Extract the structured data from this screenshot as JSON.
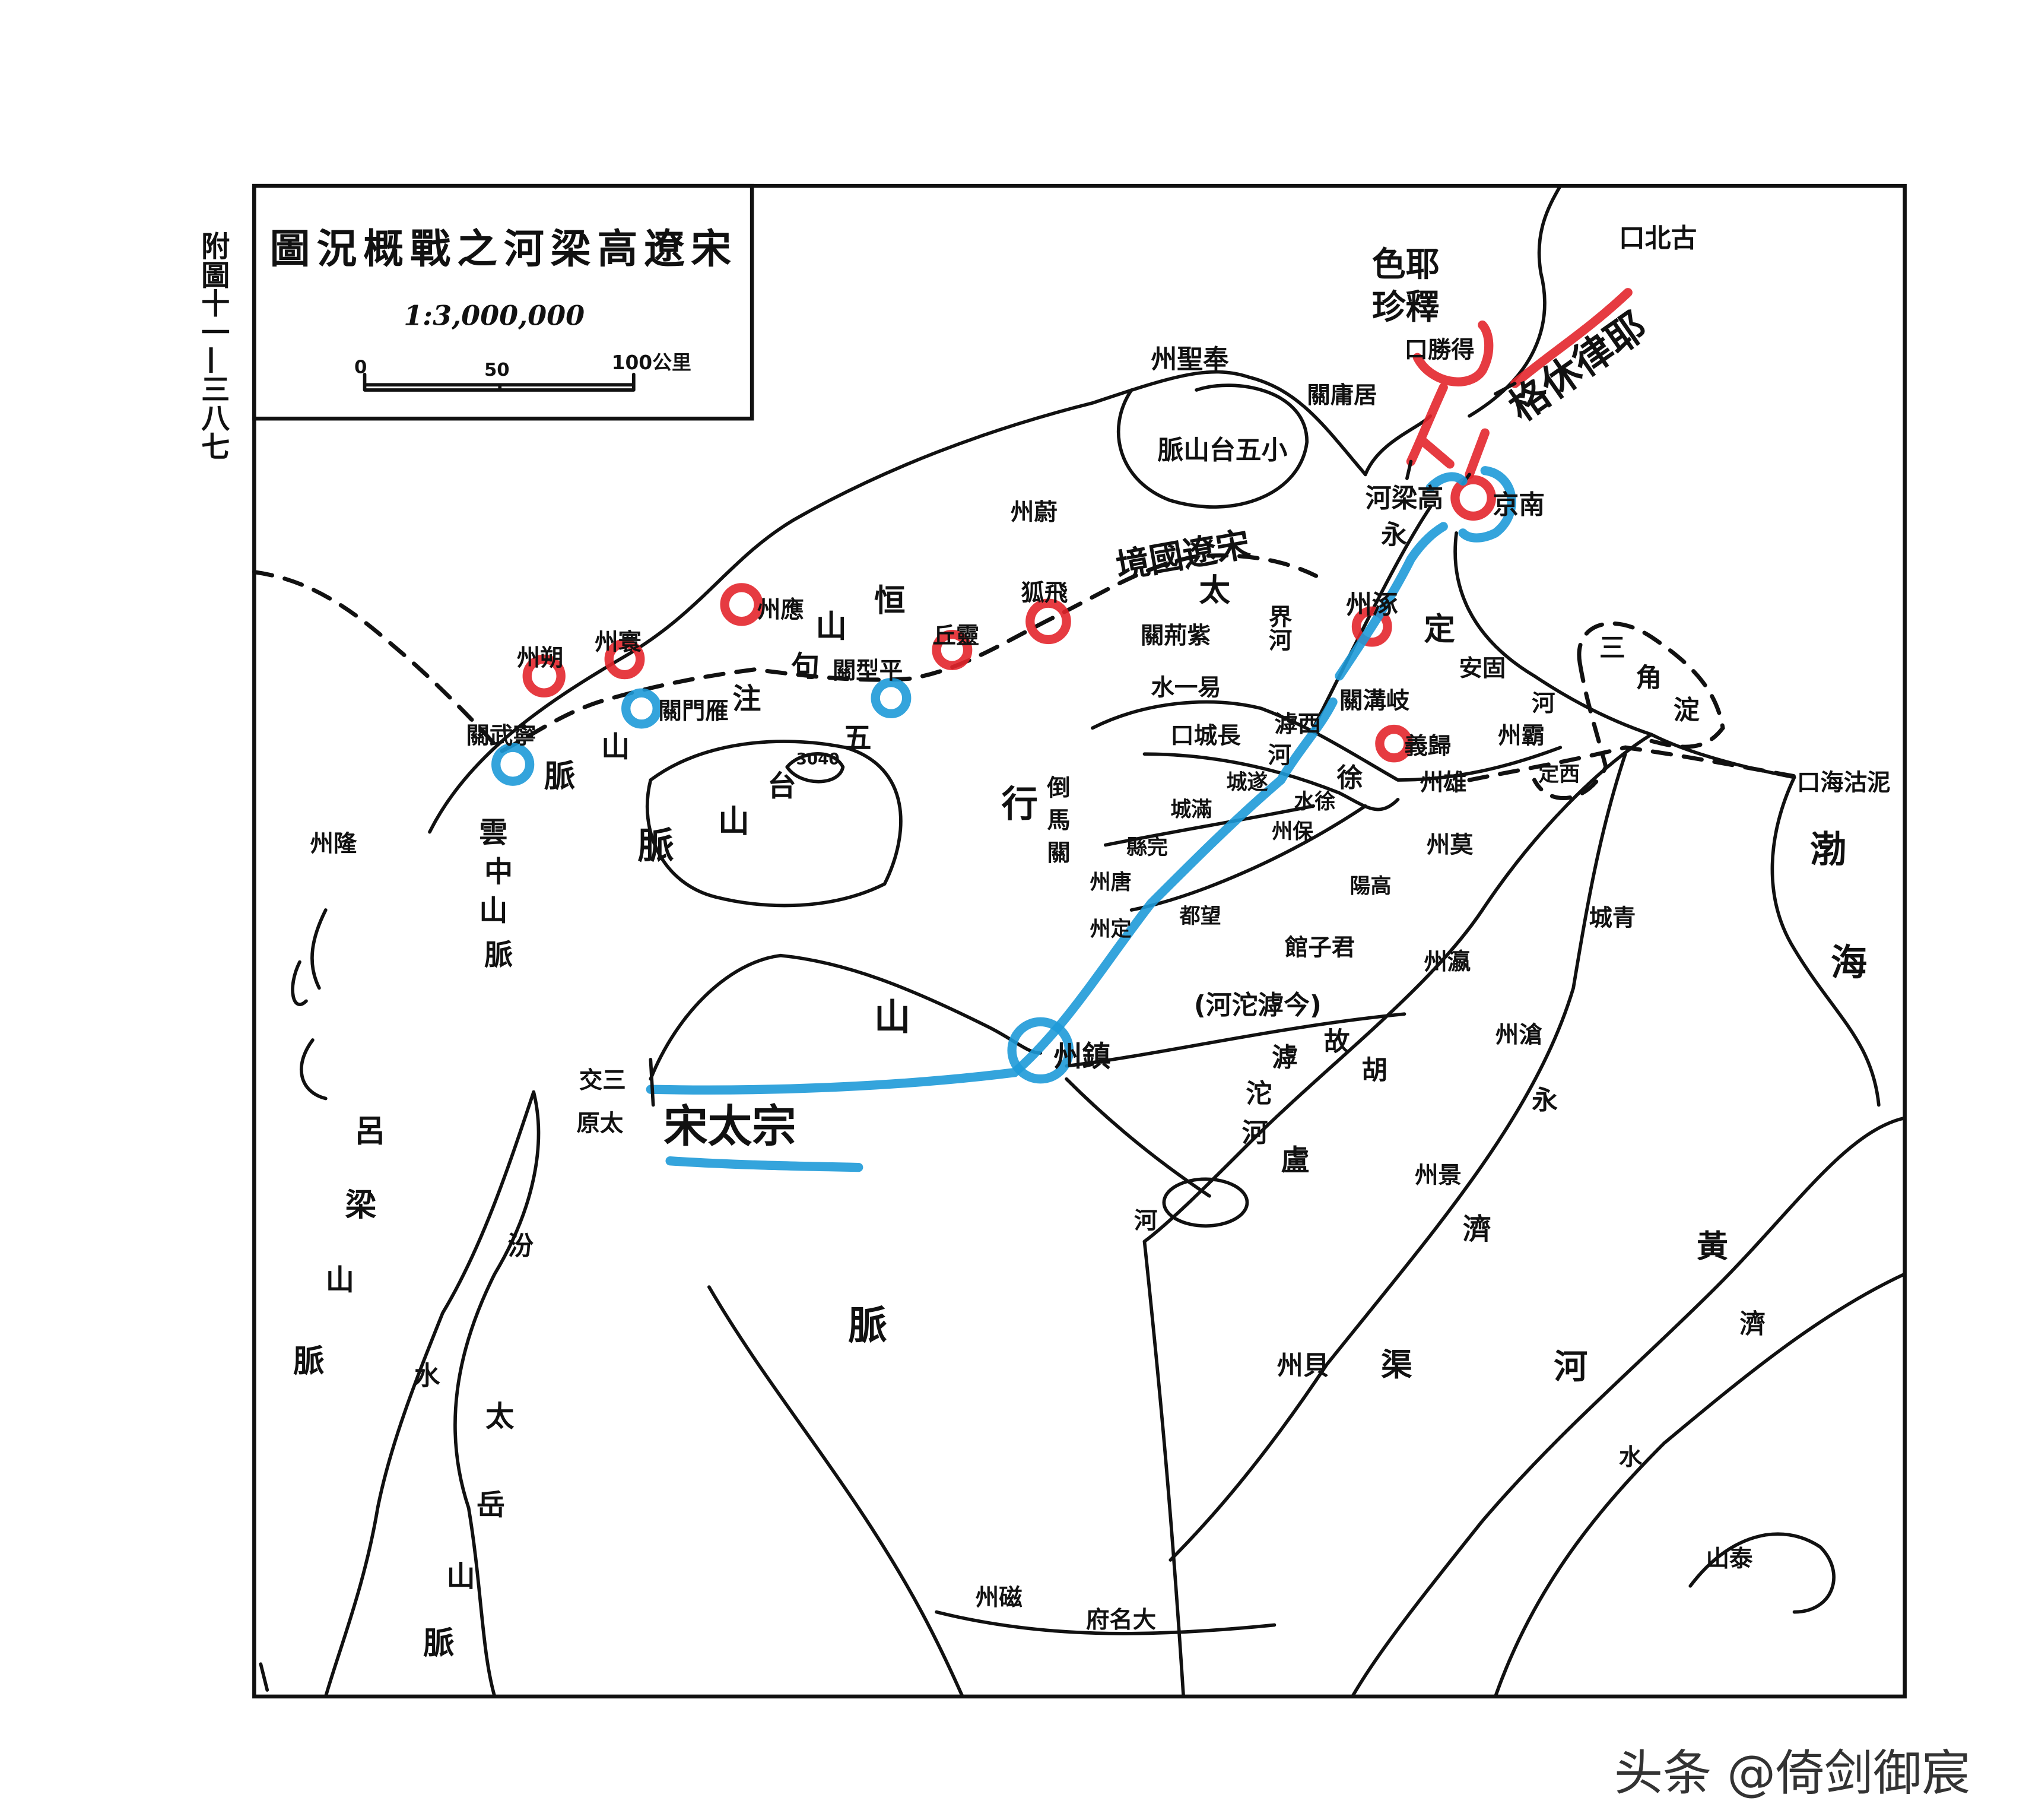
{
  "map": {
    "title": "圖況概戰之河梁高遼宋",
    "scale_ratio": "1:3,000,000",
    "scale_bar": {
      "ticks": [
        "0",
        "50",
        "100公里"
      ]
    },
    "side_caption": "附圖十一—三八七",
    "elevation_mark": "3040",
    "labels": [
      "州聖奉",
      "脈山台五小",
      "關庸居",
      "口勝得",
      "色耶",
      "珍釋",
      "口北古",
      "格休律耶",
      "河梁高",
      "京南",
      "永",
      "州蔚",
      "境國遼宋",
      "太",
      "界河",
      "州涿",
      "定",
      "安固",
      "關溝岐",
      "關荊紫",
      "水一易",
      "口城長",
      "滹西",
      "河",
      "徐",
      "城遂",
      "水徐",
      "城滿",
      "州保",
      "縣完",
      "州唐",
      "州定",
      "都望",
      "陽高",
      "州莫",
      "義歸",
      "州雄",
      "州霸",
      "定西",
      "三",
      "角",
      "淀",
      "河",
      "口海沽泥",
      "渤",
      "海",
      "城青",
      "州瀛",
      "館子君",
      "(河沱滹今)",
      "州鎮",
      "山",
      "故",
      "滹",
      "沱",
      "河",
      "胡",
      "盧",
      "河",
      "州滄",
      "永",
      "州景",
      "濟",
      "黃",
      "濟",
      "河",
      "渠",
      "州貝",
      "水",
      "山泰",
      "府名大",
      "州磁",
      "交三",
      "原太",
      "宋太宗",
      "呂",
      "梁",
      "山",
      "脈",
      "汾",
      "水",
      "太",
      "岳",
      "山",
      "脈",
      "脈",
      "雲",
      "中",
      "山",
      "脈",
      "州隆",
      "關武寧",
      "州朔",
      "州寰",
      "州應",
      "關門雁",
      "山",
      "脈",
      "注",
      "句",
      "山",
      "恒",
      "關型平",
      "丘靈",
      "狐飛",
      "五",
      "台",
      "山",
      "脈",
      "行",
      "倒",
      "馬",
      "關"
    ],
    "annotation_colors": {
      "liao": "#e3262c",
      "song": "#1e9ad8"
    }
  },
  "watermark": "头条 @倚剑御宸"
}
